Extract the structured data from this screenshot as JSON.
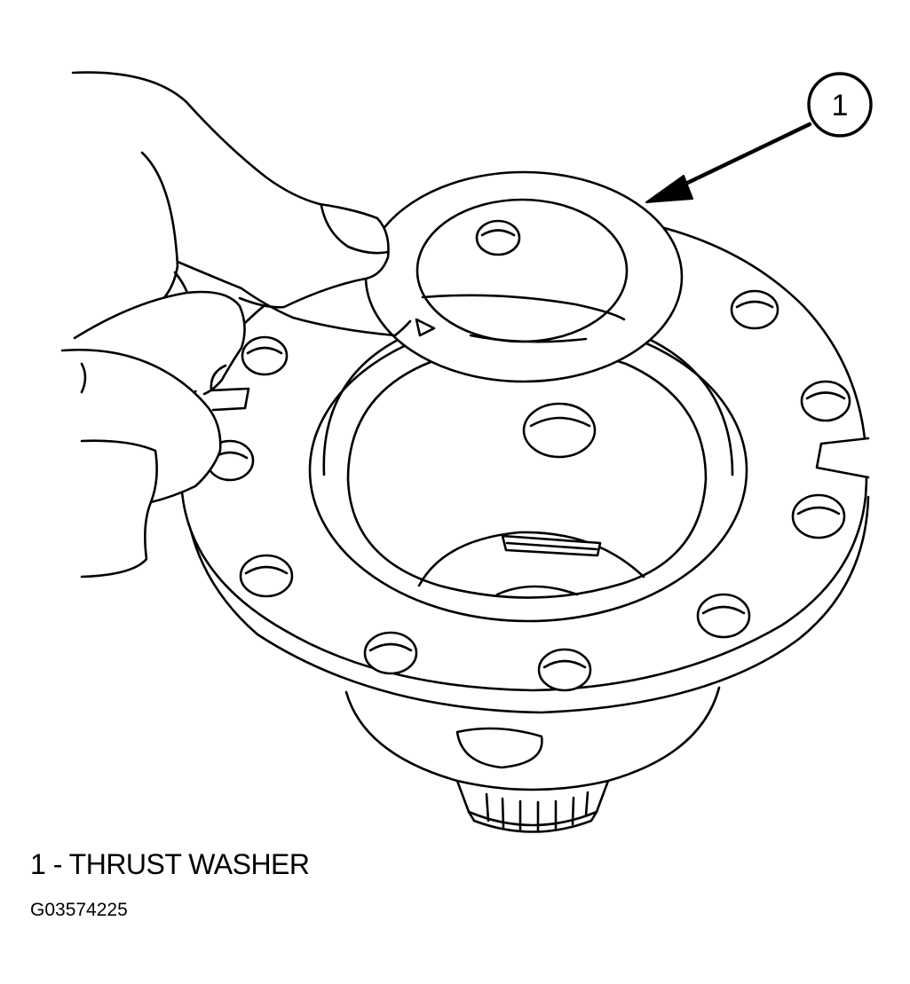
{
  "callout": {
    "number": "1"
  },
  "legend": {
    "text": "1 - THRUST WASHER"
  },
  "figure_id": "G03574225",
  "colors": {
    "line": "#000000",
    "background": "#ffffff"
  }
}
